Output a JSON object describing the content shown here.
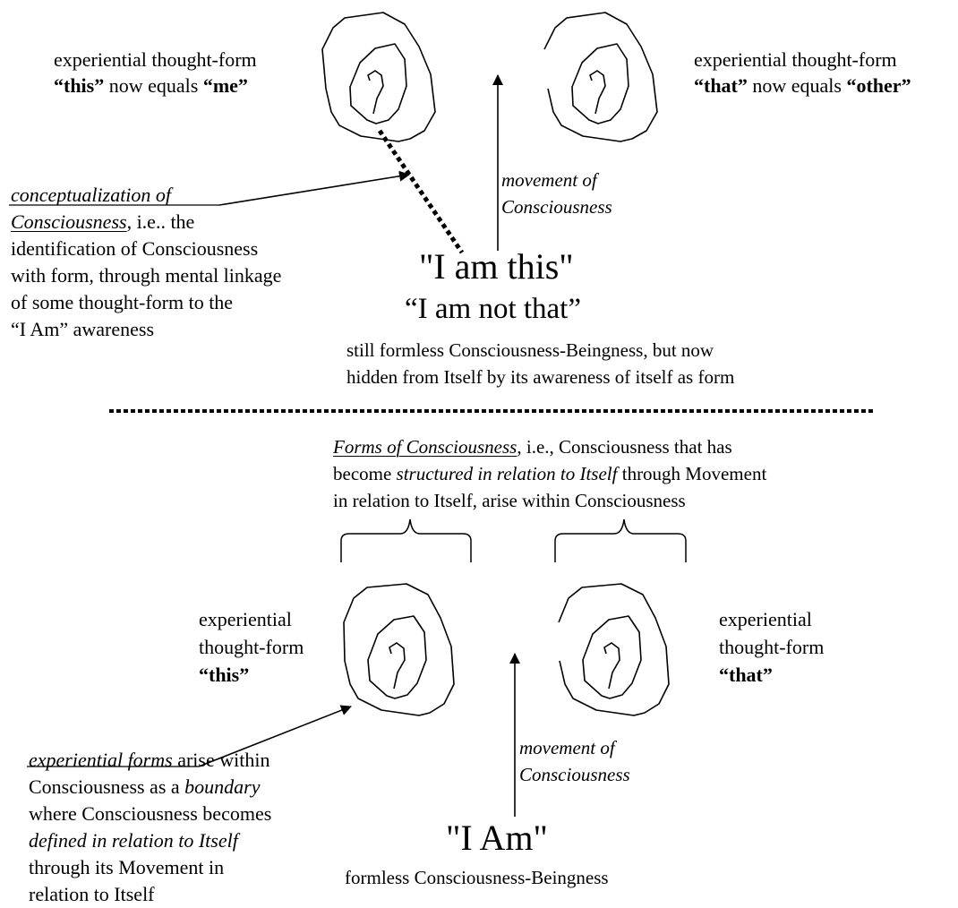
{
  "top": {
    "left_form": {
      "line1": "experiential thought-form",
      "quote_this": "“this”",
      "now_equals": " now equals ",
      "quote_me": "“me”"
    },
    "right_form": {
      "line1": "experiential thought-form",
      "quote_that": "“that”",
      "now_equals": " now equals ",
      "quote_other": "“other”"
    },
    "movement": {
      "line1": "movement of",
      "line2": "Consciousness"
    },
    "conceptualization": {
      "term1": "conceptualization of",
      "term2": "Consciousness",
      "after_term": ", i.e.. the",
      "line3": "identification of Consciousness",
      "line4": "with form, through mental linkage",
      "line5": "of some thought-form to the",
      "line6": "“I Am” awareness"
    },
    "i_am_this": "\"I am this\"",
    "i_am_not_that": "“I am not that”",
    "still_formless_1": "still formless Consciousness-Beingness, but now",
    "still_formless_2": "hidden from Itself by its awareness of itself as form"
  },
  "bottom": {
    "forms_desc": {
      "term": "Forms of Consciousness",
      "after_term": ", i.e., Consciousness that has",
      "line2_pre": "become ",
      "line2_italic": "structured in relation to Itself",
      "line2_post": " through Movement",
      "line3": "in relation to Itself, arise within Consciousness"
    },
    "left_form": {
      "line1": "experiential",
      "line2": "thought-form",
      "quote_this": "“this”"
    },
    "right_form": {
      "line1": "experiential",
      "line2": "thought-form",
      "quote_that": "“that”"
    },
    "movement": {
      "line1": "movement of",
      "line2": "Consciousness"
    },
    "experiential_forms": {
      "term": "experiential forms",
      "after_term": " arise within",
      "line2_pre": "Consciousness as a ",
      "line2_italic": "boundary",
      "line3": "where  Consciousness becomes",
      "line4": "defined in relation to Itself",
      "line5": "through its Movement in",
      "line6": "relation to Itself"
    },
    "i_am": "\"I Am\"",
    "formless": "formless Consciousness-Beingness"
  }
}
